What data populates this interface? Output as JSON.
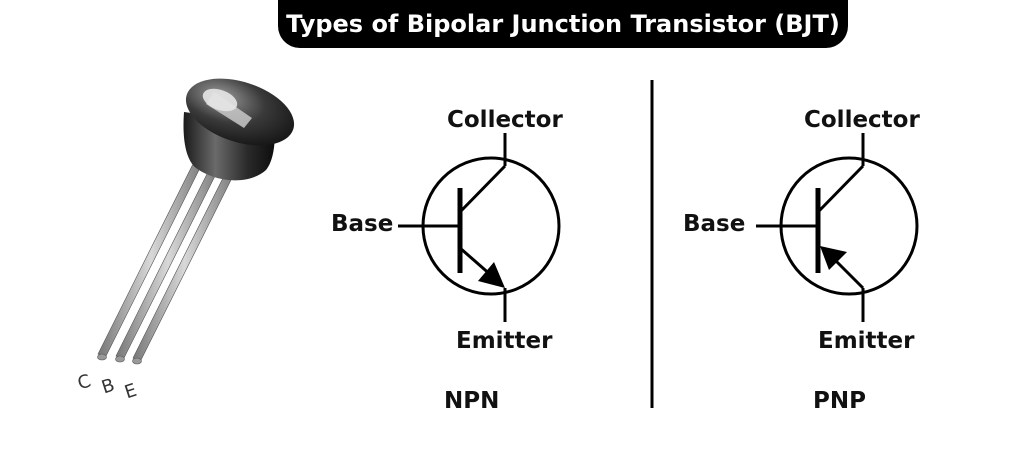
{
  "title": "Types of Bipolar Junction Transistor (BJT)",
  "package": {
    "pins": [
      "C",
      "B",
      "E"
    ]
  },
  "npn": {
    "collector_label": "Collector",
    "base_label": "Base",
    "emitter_label": "Emitter",
    "type_label": "NPN"
  },
  "pnp": {
    "collector_label": "Collector",
    "base_label": "Base",
    "emitter_label": "Emitter",
    "type_label": "PNP"
  },
  "colors": {
    "title_bg": "#000000",
    "title_text": "#ffffff",
    "line": "#000000"
  }
}
